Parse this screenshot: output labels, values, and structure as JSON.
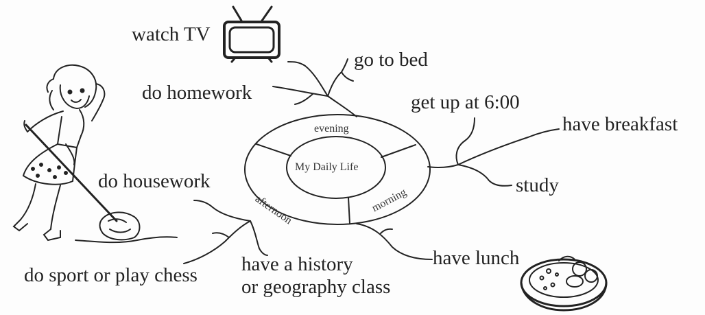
{
  "diagram": {
    "center": "My Daily Life",
    "sections": {
      "evening": "evening",
      "afternoon": "afternoon",
      "morning": "morning"
    },
    "activities": {
      "watch_tv": "watch TV",
      "go_to_bed": "go to bed",
      "do_homework": "do homework",
      "get_up": "get up at 6:00",
      "have_breakfast": "have breakfast",
      "study": "study",
      "do_housework": "do housework",
      "have_lunch": "have lunch",
      "do_sport": "do sport or play chess",
      "history_line1": "have a history",
      "history_line2": "or geography class"
    }
  },
  "illustrations": {
    "tv": "tv-icon",
    "girl": "girl-mopping-illustration",
    "lunchbox": "lunchbox-icon"
  },
  "colors": {
    "ink": "#222222",
    "background": "#fdfdfd"
  }
}
